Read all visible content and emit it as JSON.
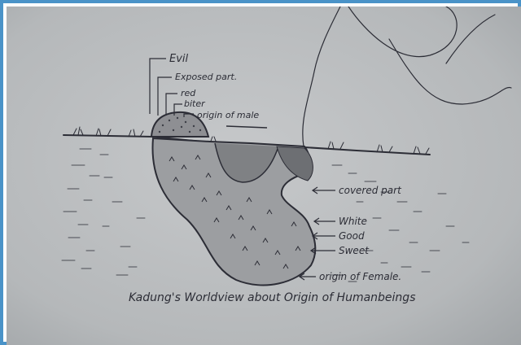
{
  "labels": {
    "evil": "Evil",
    "exposed_part": "Exposed part.",
    "red": "red",
    "bitter": "biter",
    "origin_of_male": "origin of male",
    "covered_part": "covered part",
    "white": "White",
    "good": "Good",
    "sweet": "Sweet",
    "origin_of_female": "origin of Female."
  },
  "caption": "Kadung's Worldview about Origin of Humanbeings",
  "colors": {
    "frame": "#4a93c8",
    "paper": "#b9bcbe",
    "ink": "#2c2d36"
  }
}
